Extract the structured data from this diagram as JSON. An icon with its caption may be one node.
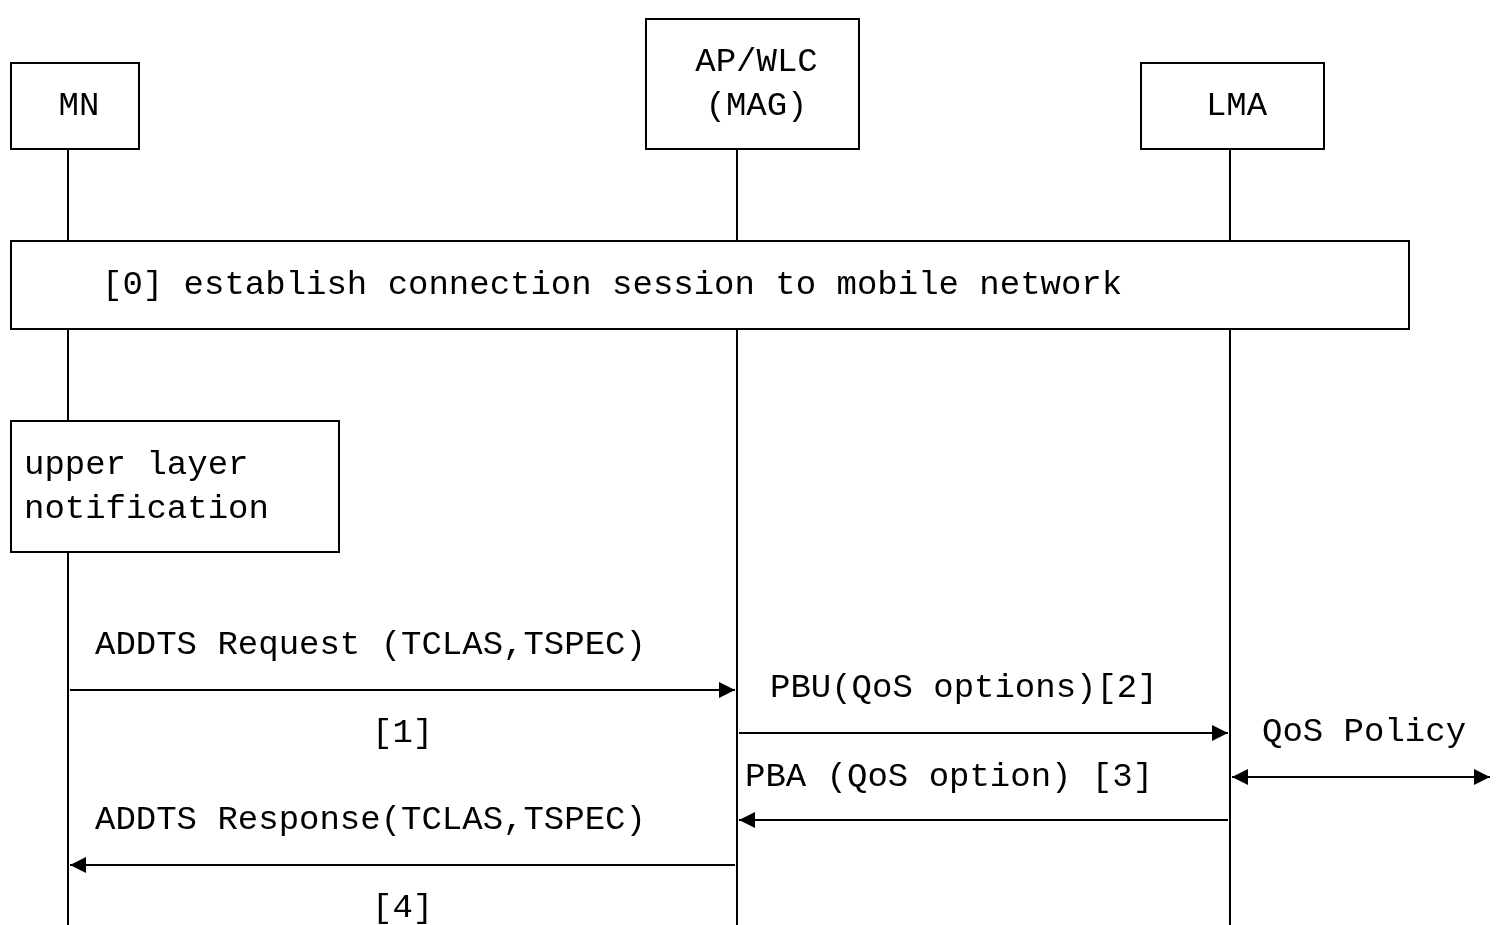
{
  "diagram": {
    "nodes": [
      {
        "text": [
          "MN"
        ]
      },
      {
        "text": [
          "AP/WLC (MAG)"
        ]
      },
      {
        "text": [
          "LMA"
        ]
      },
      {
        "text": [
          "[0] establish connection session to mobile network"
        ]
      },
      {
        "text": [
          "upper layer notification"
        ]
      }
    ],
    "edges": [
      {
        "from": 0,
        "to": 3,
        "arrow": "none"
      },
      {
        "from": 1,
        "to": 3,
        "arrow": "none"
      },
      {
        "from": 2,
        "to": 3,
        "arrow": "none"
      },
      {
        "from": 3,
        "to": 4,
        "arrow": "none"
      },
      {
        "from": 4,
        "to": 1,
        "arrow": "to",
        "label": "ADDTS Request (TCLAS,TSPEC)"
      },
      {
        "from": 1,
        "to": 2,
        "arrow": "to",
        "label": "PBU(QoS options)[2]"
      },
      {
        "from": 2,
        "to": null,
        "arrow": "both",
        "label": "QoS Policy"
      },
      {
        "from": 2,
        "to": 1,
        "arrow": "to",
        "label": "PBA (QoS option) [3]"
      },
      {
        "from": 1,
        "to": 4,
        "arrow": "to",
        "label": "ADDTS Response(TCLAS,TSPEC)"
      }
    ],
    "labels": [
      "[1]",
      "[4]"
    ]
  }
}
